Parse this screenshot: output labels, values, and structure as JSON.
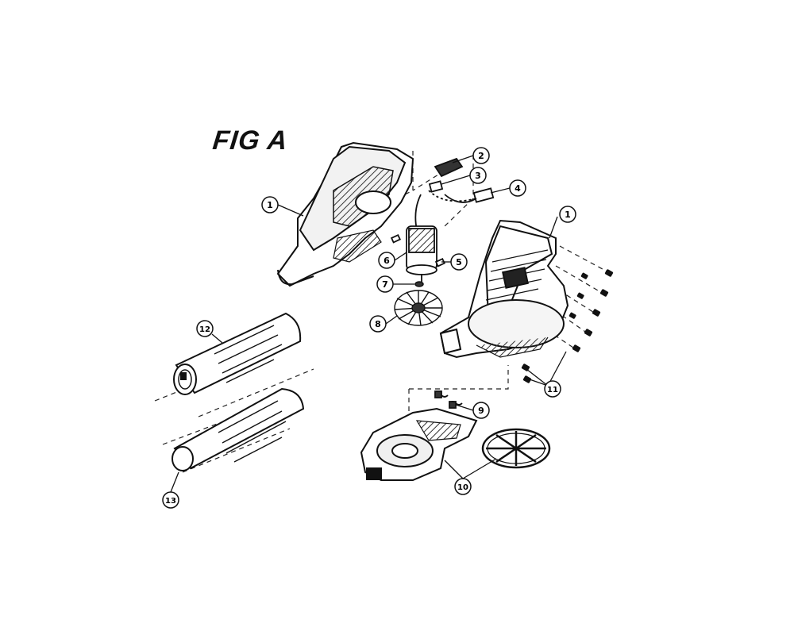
{
  "title": "FIG A",
  "callouts": [
    {
      "id": "c1a",
      "label": "1"
    },
    {
      "id": "c1b",
      "label": "1"
    },
    {
      "id": "c2",
      "label": "2"
    },
    {
      "id": "c3",
      "label": "3"
    },
    {
      "id": "c4",
      "label": "4"
    },
    {
      "id": "c5",
      "label": "5"
    },
    {
      "id": "c6",
      "label": "6"
    },
    {
      "id": "c7",
      "label": "7"
    },
    {
      "id": "c8",
      "label": "8"
    },
    {
      "id": "c9",
      "label": "9"
    },
    {
      "id": "c10",
      "label": "10"
    },
    {
      "id": "c11",
      "label": "11"
    },
    {
      "id": "c12",
      "label": "12"
    },
    {
      "id": "c13",
      "label": "13"
    }
  ]
}
